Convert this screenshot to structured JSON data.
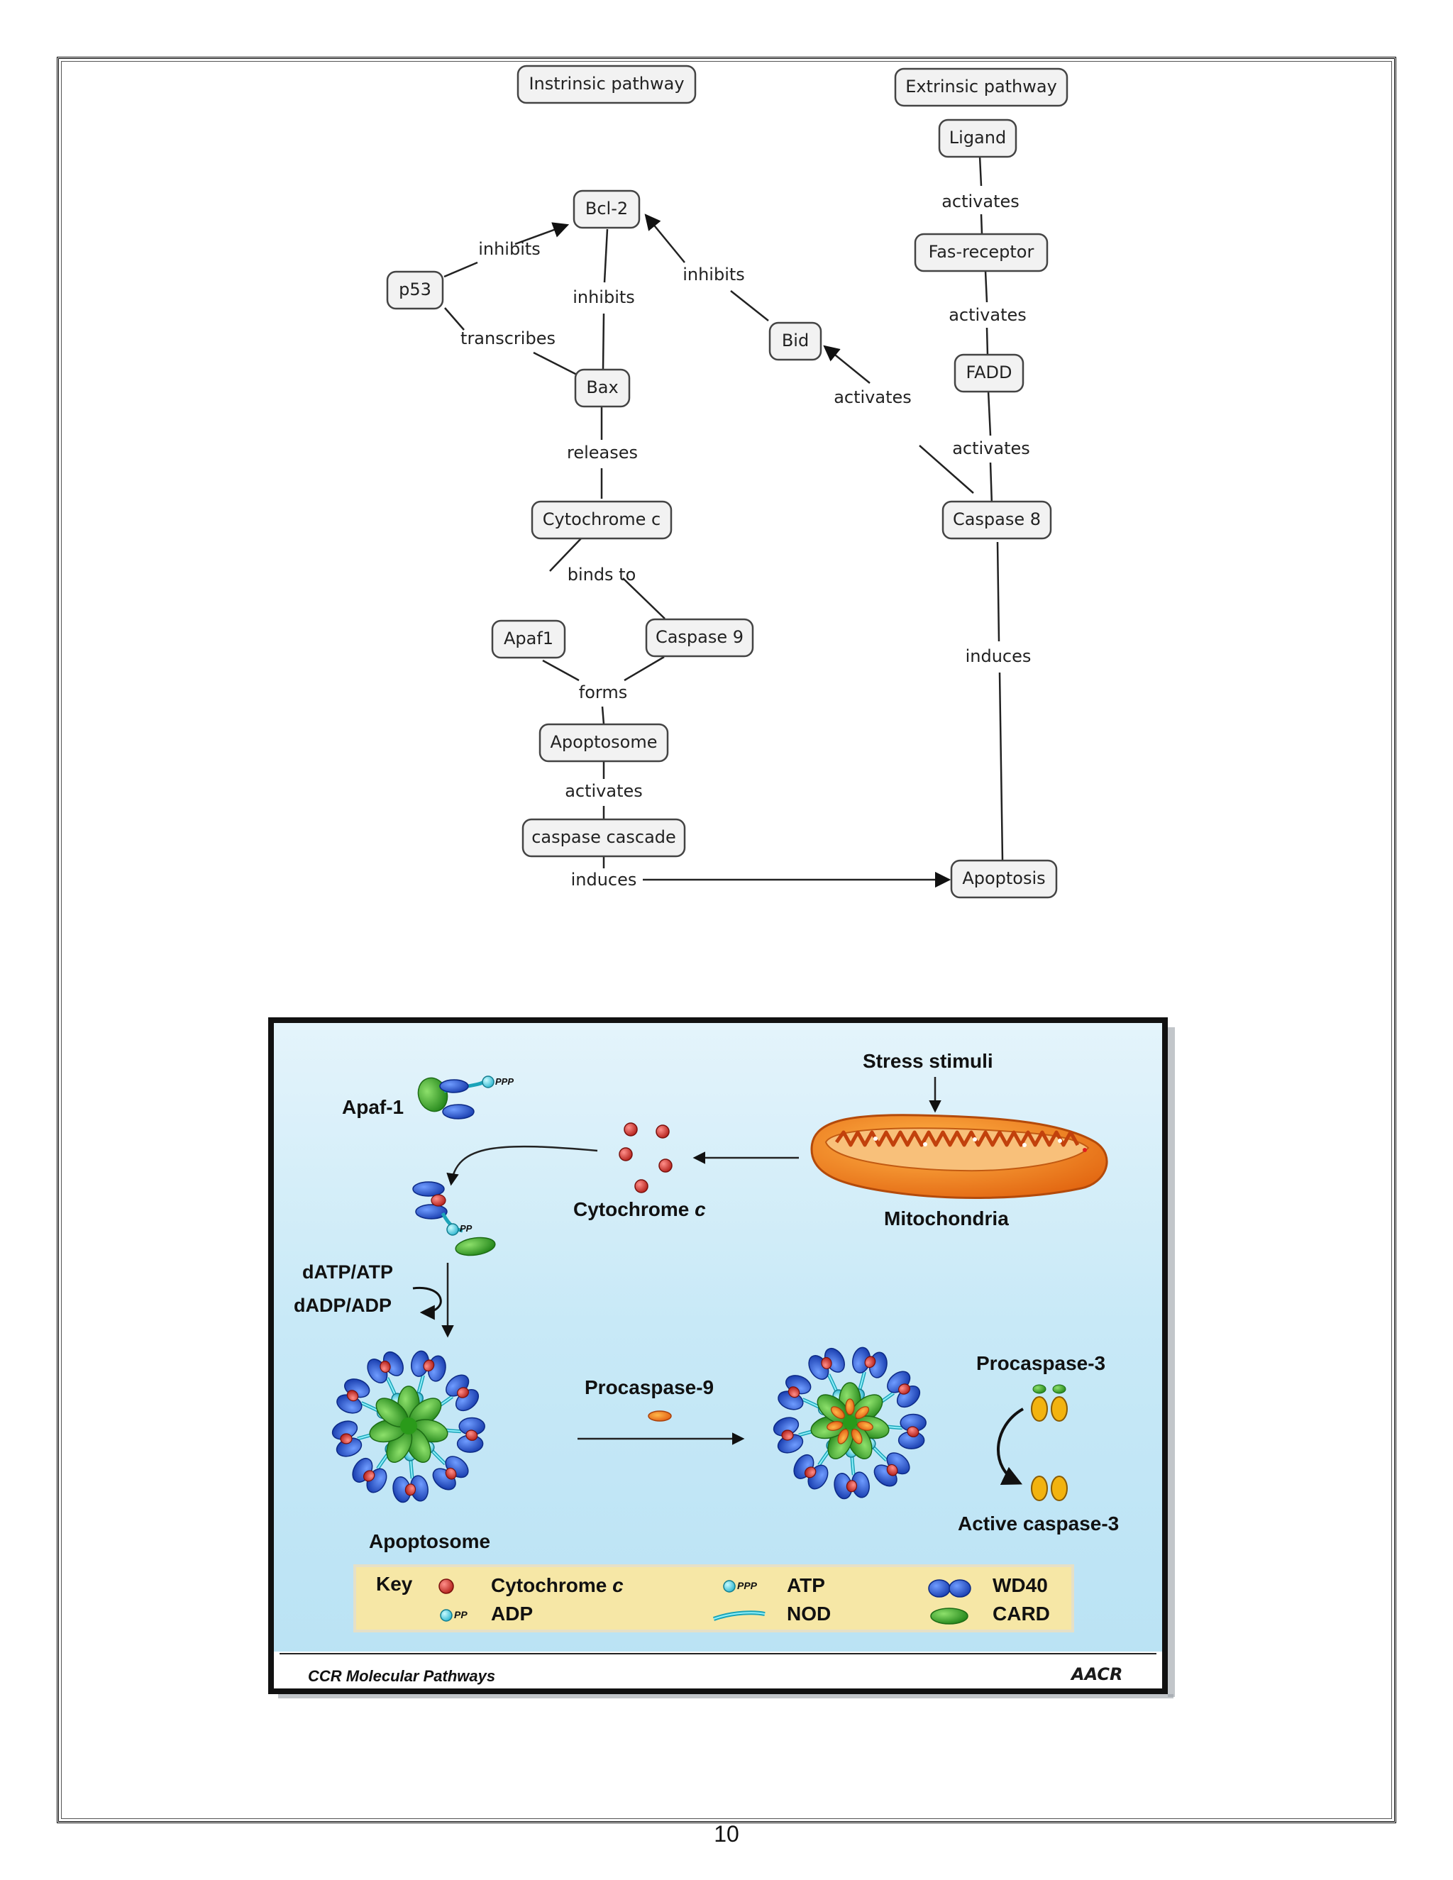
{
  "concept_map": {
    "headers": {
      "intrinsic": "Instrinsic pathway",
      "extrinsic": "Extrinsic pathway"
    },
    "nodes": {
      "ligand": "Ligand",
      "fas_receptor": "Fas-receptor",
      "fadd": "FADD",
      "caspase8": "Caspase 8",
      "bcl2": "Bcl-2",
      "p53": "p53",
      "bax": "Bax",
      "bid": "Bid",
      "cytochrome_c": "Cytochrome c",
      "apaf1": "Apaf1",
      "caspase9": "Caspase 9",
      "apoptosome": "Apoptosome",
      "caspase_cascade": "caspase cascade",
      "apoptosis": "Apoptosis"
    },
    "links": {
      "ligand_fas": "activates",
      "fas_fadd": "activates",
      "fadd_casp8": "activates",
      "p53_bcl2": "inhibits",
      "p53_bax": "transcribes",
      "bax_bcl2": "inhibits",
      "bid_bcl2": "inhibits",
      "casp8_bid": "activates",
      "bax_cytc": "releases",
      "cytc_binds": "binds to",
      "forms": "forms",
      "apopt_cascade": "activates",
      "cascade_apoptosis": "induces",
      "casp8_apoptosis": "induces"
    }
  },
  "pathway_figure": {
    "labels": {
      "apaf1": "Apaf-1",
      "stress": "Stress stimuli",
      "cytochrome": "Cytochrome",
      "cytochrome_italic": "c",
      "mitochondria": "Mitochondria",
      "datp": "dATP/ATP",
      "dadp": "dADP/ADP",
      "procaspase9": "Procaspase-9",
      "procaspase3": "Procaspase-3",
      "active_caspase3": "Active caspase-3",
      "apoptosome": "Apoptosome",
      "ppp": "PPP",
      "pp": "PP"
    },
    "key": {
      "title": "Key",
      "cytochrome": "Cytochrome",
      "cytochrome_italic": "c",
      "adp": "ADP",
      "atp": "ATP",
      "nod": "NOD",
      "wd40": "WD40",
      "card": "CARD",
      "ppp": "PPP",
      "pp": "PP"
    },
    "footer": {
      "source": "CCR Molecular Pathways",
      "logo": "AACR"
    },
    "colors": {
      "background": "#c8e9f7",
      "key_background": "#f6e7a6",
      "wd40": "#2250c8",
      "card": "#3cb021",
      "cytochrome": "#d9342b",
      "nucleotide": "#62d4e6",
      "mitochondria": "#f08a1c"
    }
  },
  "page": {
    "number": "10"
  }
}
